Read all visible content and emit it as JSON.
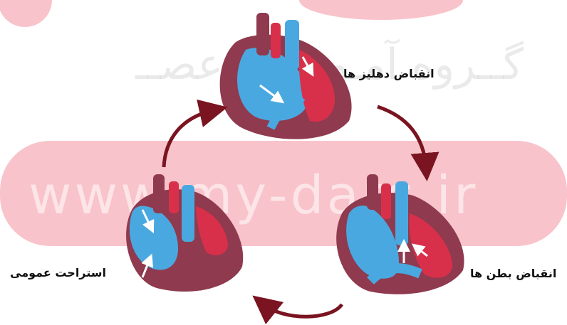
{
  "labels": {
    "atrial_contraction": "انقباض دهلیز ها",
    "ventricular_contraction": "انقباض بطن ها",
    "general_rest": "استراحت عمومی"
  },
  "watermark": {
    "url": "www.my-dars.ir",
    "name": "گــروه آمـوزشی عصــ"
  },
  "colors": {
    "watermark_pink": "#f5a9b3",
    "cycle_arrow": "#7a1420",
    "heart_muscle": "#8f3a4e",
    "blood_blue": "#4aa8e0",
    "blood_red": "#d8304a"
  }
}
